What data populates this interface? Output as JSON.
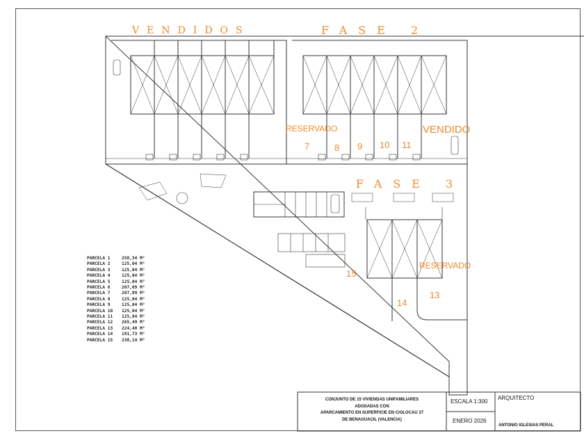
{
  "labels": {
    "vendidos_header": "VENDIDOS",
    "fase2_header": "FASE 2",
    "fase3_header": "FASE 3",
    "reservado_top": "RESERVADO",
    "vendido_right": "VENDIDO",
    "reservado_bottom": "RESERVADO"
  },
  "plot_numbers": [
    "7",
    "8",
    "9",
    "10",
    "11",
    "13",
    "14",
    "15"
  ],
  "parcels": [
    {
      "name": "PARCELA 1",
      "area": "258,34 M²"
    },
    {
      "name": "PARCELA 2",
      "area": "125,04 M²"
    },
    {
      "name": "PARCELA 3",
      "area": "125,04 M²"
    },
    {
      "name": "PARCELA 4",
      "area": "125,04 M²"
    },
    {
      "name": "PARCELA 5",
      "area": "125,04 M²"
    },
    {
      "name": "PARCELA 6",
      "area": "207,09 M²"
    },
    {
      "name": "PARCELA 7",
      "area": "207,09 M²"
    },
    {
      "name": "PARCELA 8",
      "area": "125,04 M²"
    },
    {
      "name": "PARCELA 9",
      "area": "125,04 M²"
    },
    {
      "name": "PARCELA 10",
      "area": "125,04 M²"
    },
    {
      "name": "PARCELA 11",
      "area": "125,04 M²"
    },
    {
      "name": "PARCELA 12",
      "area": "265,49 M²"
    },
    {
      "name": "PARCELA 13",
      "area": "224,48 M²"
    },
    {
      "name": "PARCELA 14",
      "area": "191,73 M²"
    },
    {
      "name": "PARCELA 15",
      "area": "238,14 M²"
    }
  ],
  "title_block": {
    "project_line1": "CONJUNTO DE 15 VIVIENDAS UNIFAMILIARES",
    "project_line2": "ADOSADAS CON",
    "project_line3": "APARCAMIENTO EN SUPERFICIE EN C/OLOCAU 37",
    "project_line4": "DE BENAGUACIL (VALENCIA)",
    "scale": "ESCALA 1:300",
    "date": "ENERO 2026",
    "architect_heading": "ARQUITECTO",
    "architect_name": "ANTONIO IGLESIAS PERAL"
  },
  "colors": {
    "accent_orange": "#ee8a2a",
    "line": "#333333",
    "background": "#ffffff"
  }
}
